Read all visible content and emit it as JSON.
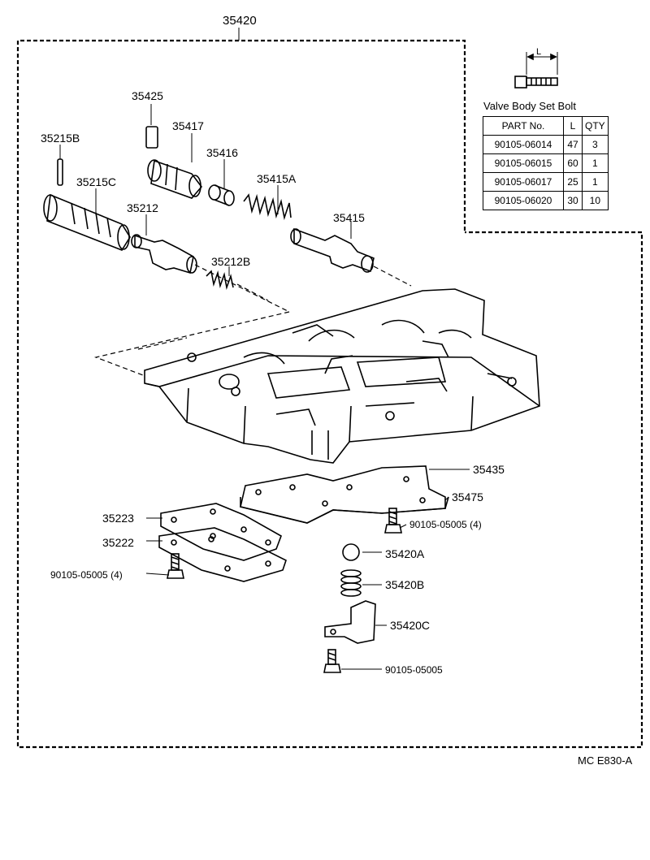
{
  "diagram": {
    "assembly_part": "35420",
    "parts": {
      "p35425": "35425",
      "p35417": "35417",
      "p35416": "35416",
      "p35415A": "35415A",
      "p35415": "35415",
      "p35215B": "35215B",
      "p35215C": "35215C",
      "p35212": "35212",
      "p35212B": "35212B",
      "p35435": "35435",
      "p35475": "35475",
      "p35223": "35223",
      "p35222": "35222",
      "bolt_right_plate": "90105-05005 (4)",
      "bolt_left_plate": "90105-05005 (4)",
      "p35420A": "35420A",
      "p35420B": "35420B",
      "p35420C": "35420C",
      "bolt_bottom": "90105-05005"
    },
    "dimension_label": "L",
    "footer_code": "MC  E830-A"
  },
  "bolt_table": {
    "title": "Valve Body Set Bolt",
    "headers": [
      "PART No.",
      "L",
      "QTY"
    ],
    "rows": [
      [
        "90105-06014",
        "47",
        "3"
      ],
      [
        "90105-06015",
        "60",
        "1"
      ],
      [
        "90105-06017",
        "25",
        "1"
      ],
      [
        "90105-06020",
        "30",
        "10"
      ]
    ]
  }
}
